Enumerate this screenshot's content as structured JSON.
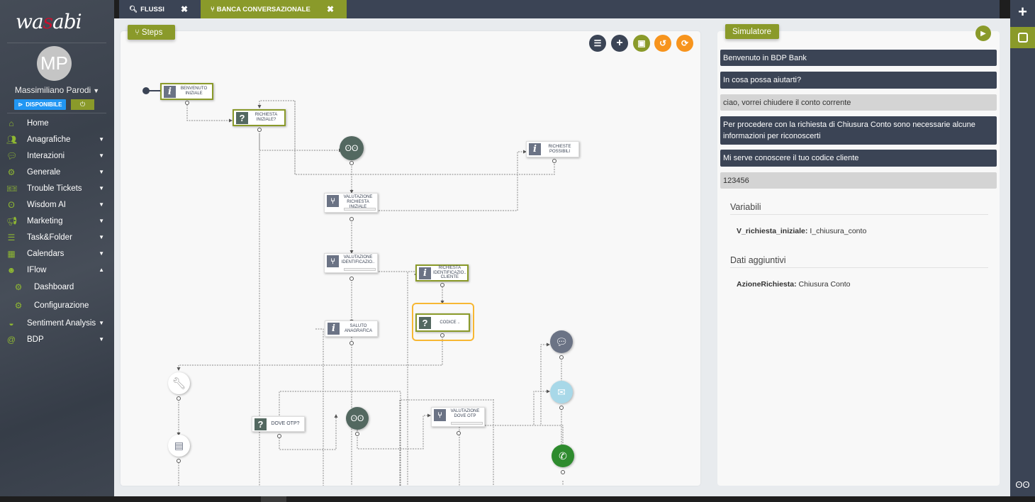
{
  "sidebar": {
    "logo": {
      "part1": "wa",
      "part2": "s",
      "part3": "abi"
    },
    "avatar_initials": "MP",
    "user_name": "Massimiliano Parodi",
    "status_button": "DISPONIBILE",
    "power_icon": "power-icon",
    "menu": [
      {
        "label": "Home",
        "icon": "home-icon",
        "caret": ""
      },
      {
        "label": "Anagrafiche",
        "icon": "users-icon",
        "caret": "▼"
      },
      {
        "label": "Interazioni",
        "icon": "chat-icon",
        "caret": "▼"
      },
      {
        "label": "Generale",
        "icon": "gear-icon",
        "caret": "▼"
      },
      {
        "label": "Trouble Tickets",
        "icon": "ticket-icon",
        "caret": "▼"
      },
      {
        "label": "Wisdom AI",
        "icon": "owl-icon",
        "caret": "▼"
      },
      {
        "label": "Marketing",
        "icon": "megaphone-icon",
        "caret": "▼"
      },
      {
        "label": "Task&Folder",
        "icon": "list-icon",
        "caret": "▼"
      },
      {
        "label": "Calendars",
        "icon": "calendar-icon",
        "caret": "▼"
      },
      {
        "label": "IFlow",
        "icon": "robot-icon",
        "caret": "▲"
      },
      {
        "label": "Dashboard",
        "icon": "gear-icon",
        "caret": "",
        "sub": true
      },
      {
        "label": "Configurazione",
        "icon": "gears-icon",
        "caret": "",
        "sub": true
      },
      {
        "label": "Sentiment Analysis",
        "icon": "basket-icon",
        "caret": "▼"
      },
      {
        "label": "BDP",
        "icon": "at-icon",
        "caret": "▼"
      }
    ]
  },
  "tabs": [
    {
      "label": "FLUSSI",
      "icon": "search-icon",
      "active": false
    },
    {
      "label": "BANCA CONVERSAZIONALE",
      "icon": "flow-icon",
      "active": true
    }
  ],
  "canvas": {
    "steps_label": "Steps",
    "toolbar": [
      {
        "name": "settings-sliders",
        "glyph": "☰",
        "color": "#3b4455"
      },
      {
        "name": "add",
        "glyph": "+",
        "color": "#3b4455"
      },
      {
        "name": "save",
        "glyph": "▣",
        "color": "#8a9a2a"
      },
      {
        "name": "undo",
        "glyph": "↺",
        "color": "#f7941d"
      },
      {
        "name": "refresh",
        "glyph": "⟳",
        "color": "#f7941d"
      }
    ],
    "nodes": {
      "benvenuto": "BENVENUTO INIZIALE",
      "richiesta_iniziale": "RICHIESTA INIZIALE?",
      "richieste_possibili": "RICHIESTE POSSIBILI",
      "valutazione_richiesta": "VALUTAZIONE RICHIESTA INIZIALE",
      "valutazione_ident": "VALUTAZIONE IDENTIFICAZIO..",
      "richiesta_ident": "RICHIESTA IDENTIFICAZIO.. CLIENTE",
      "codice": "CODICE ..",
      "saluto": "SALUTO ANAGRAFICA",
      "dove_otp": "DOVE OTP?",
      "valutazione_otp": "VALUTAZIONE DOVE OTP"
    }
  },
  "simulator": {
    "title": "Simulatore",
    "messages": [
      {
        "from": "bot",
        "text": "Benvenuto in BDP Bank"
      },
      {
        "from": "bot",
        "text": "In cosa possa aiutarti?"
      },
      {
        "from": "user",
        "text": "ciao, vorrei chiudere il conto corrente"
      },
      {
        "from": "bot",
        "text": "Per procedere con la richiesta di Chiusura Conto sono necessarie alcune informazioni per riconoscerti"
      },
      {
        "from": "bot",
        "text": "Mi serve conoscere il tuo codice cliente"
      },
      {
        "from": "user",
        "text": "123456"
      }
    ],
    "variables_title": "Variabili",
    "variables": [
      {
        "key": "V_richiesta_iniziale:",
        "value": "I_chiusura_conto"
      }
    ],
    "extra_title": "Dati aggiuntivi",
    "extra": [
      {
        "key": "AzioneRichiesta:",
        "value": "Chiusura Conto"
      }
    ]
  },
  "colors": {
    "accent_green": "#8a9a2a",
    "dark_slate": "#3b4455",
    "orange": "#f7941d",
    "disponibile_blue": "#2196f3"
  }
}
